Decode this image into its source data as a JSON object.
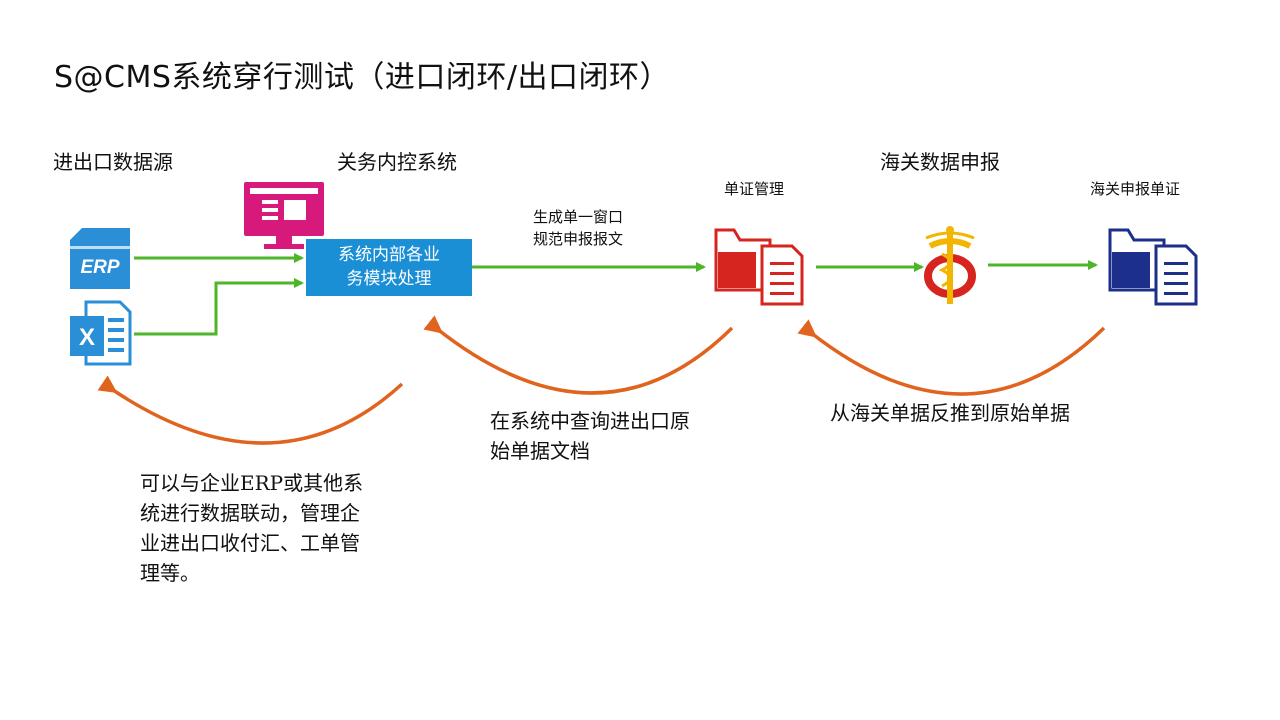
{
  "title": "S@CMS系统穿行测试（进口闭环/出口闭环）",
  "sections": {
    "source": "进出口数据源",
    "internal": "关务内控系统",
    "customs": "海关数据申报"
  },
  "nodes": {
    "erp_label": "ERP",
    "excel_label": "X",
    "process_line1": "系统内部各业",
    "process_line2": "务模块处理",
    "doc_mgmt": "单证管理",
    "customs_form": "海关申报单证"
  },
  "edges": {
    "generate_line1": "生成单一窗口",
    "generate_line2": "规范申报报文"
  },
  "notes": {
    "left": [
      "可以与企业ERP或其他系",
      "统进行数据联动，管理企",
      "业进出口收付汇、工单管",
      "理等。"
    ],
    "middle": [
      "在系统中查询进出口原",
      "始单据文档"
    ],
    "right": "从海关单据反推到原始单据"
  },
  "colors": {
    "green": "#4cb528",
    "orange": "#e0641e",
    "blue": "#1a8fd6",
    "magenta": "#d6197b",
    "red": "#d6241f",
    "navy": "#1c2f8a"
  }
}
